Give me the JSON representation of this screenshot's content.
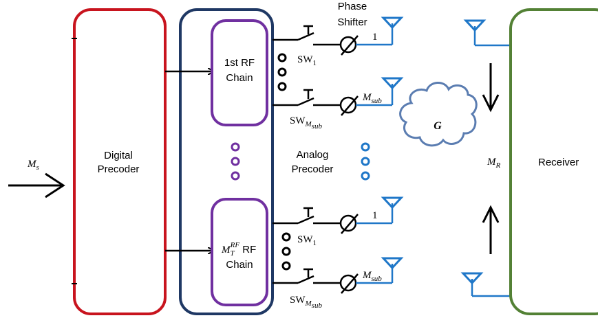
{
  "blocks": {
    "digital_precoder": {
      "line1": "Digital",
      "line2": "Precoder",
      "color": "#c8141e"
    },
    "analog_precoder": {
      "line1": "Analog",
      "line2": "Precoder",
      "color": "#1f3864"
    },
    "rf_chain_first": {
      "line1": "1st RF",
      "line2": "Chain",
      "color": "#7030a0"
    },
    "rf_chain_last": {
      "prefix": "M",
      "sub": "T",
      "sup": "RF",
      "suffix": " RF",
      "line2": "Chain",
      "color": "#7030a0"
    },
    "receiver": {
      "label": "Receiver",
      "color": "#538135"
    }
  },
  "labels": {
    "phase_shifter_line1": "Phase",
    "phase_shifter_line2": "Shifter",
    "ms_main": "M",
    "ms_sub": "s",
    "mr_main": "M",
    "mr_sub": "R",
    "channel": "G",
    "one": "1",
    "msub_main": "M",
    "msub_sub": "sub",
    "sw": "SW",
    "sw_one_sub": "1",
    "sw_m_sub": "M",
    "sw_m_subsub": "sub"
  },
  "colors": {
    "antenna": "#1f77c8",
    "cloud": "#5b7db1",
    "dots_black": "#000000"
  }
}
